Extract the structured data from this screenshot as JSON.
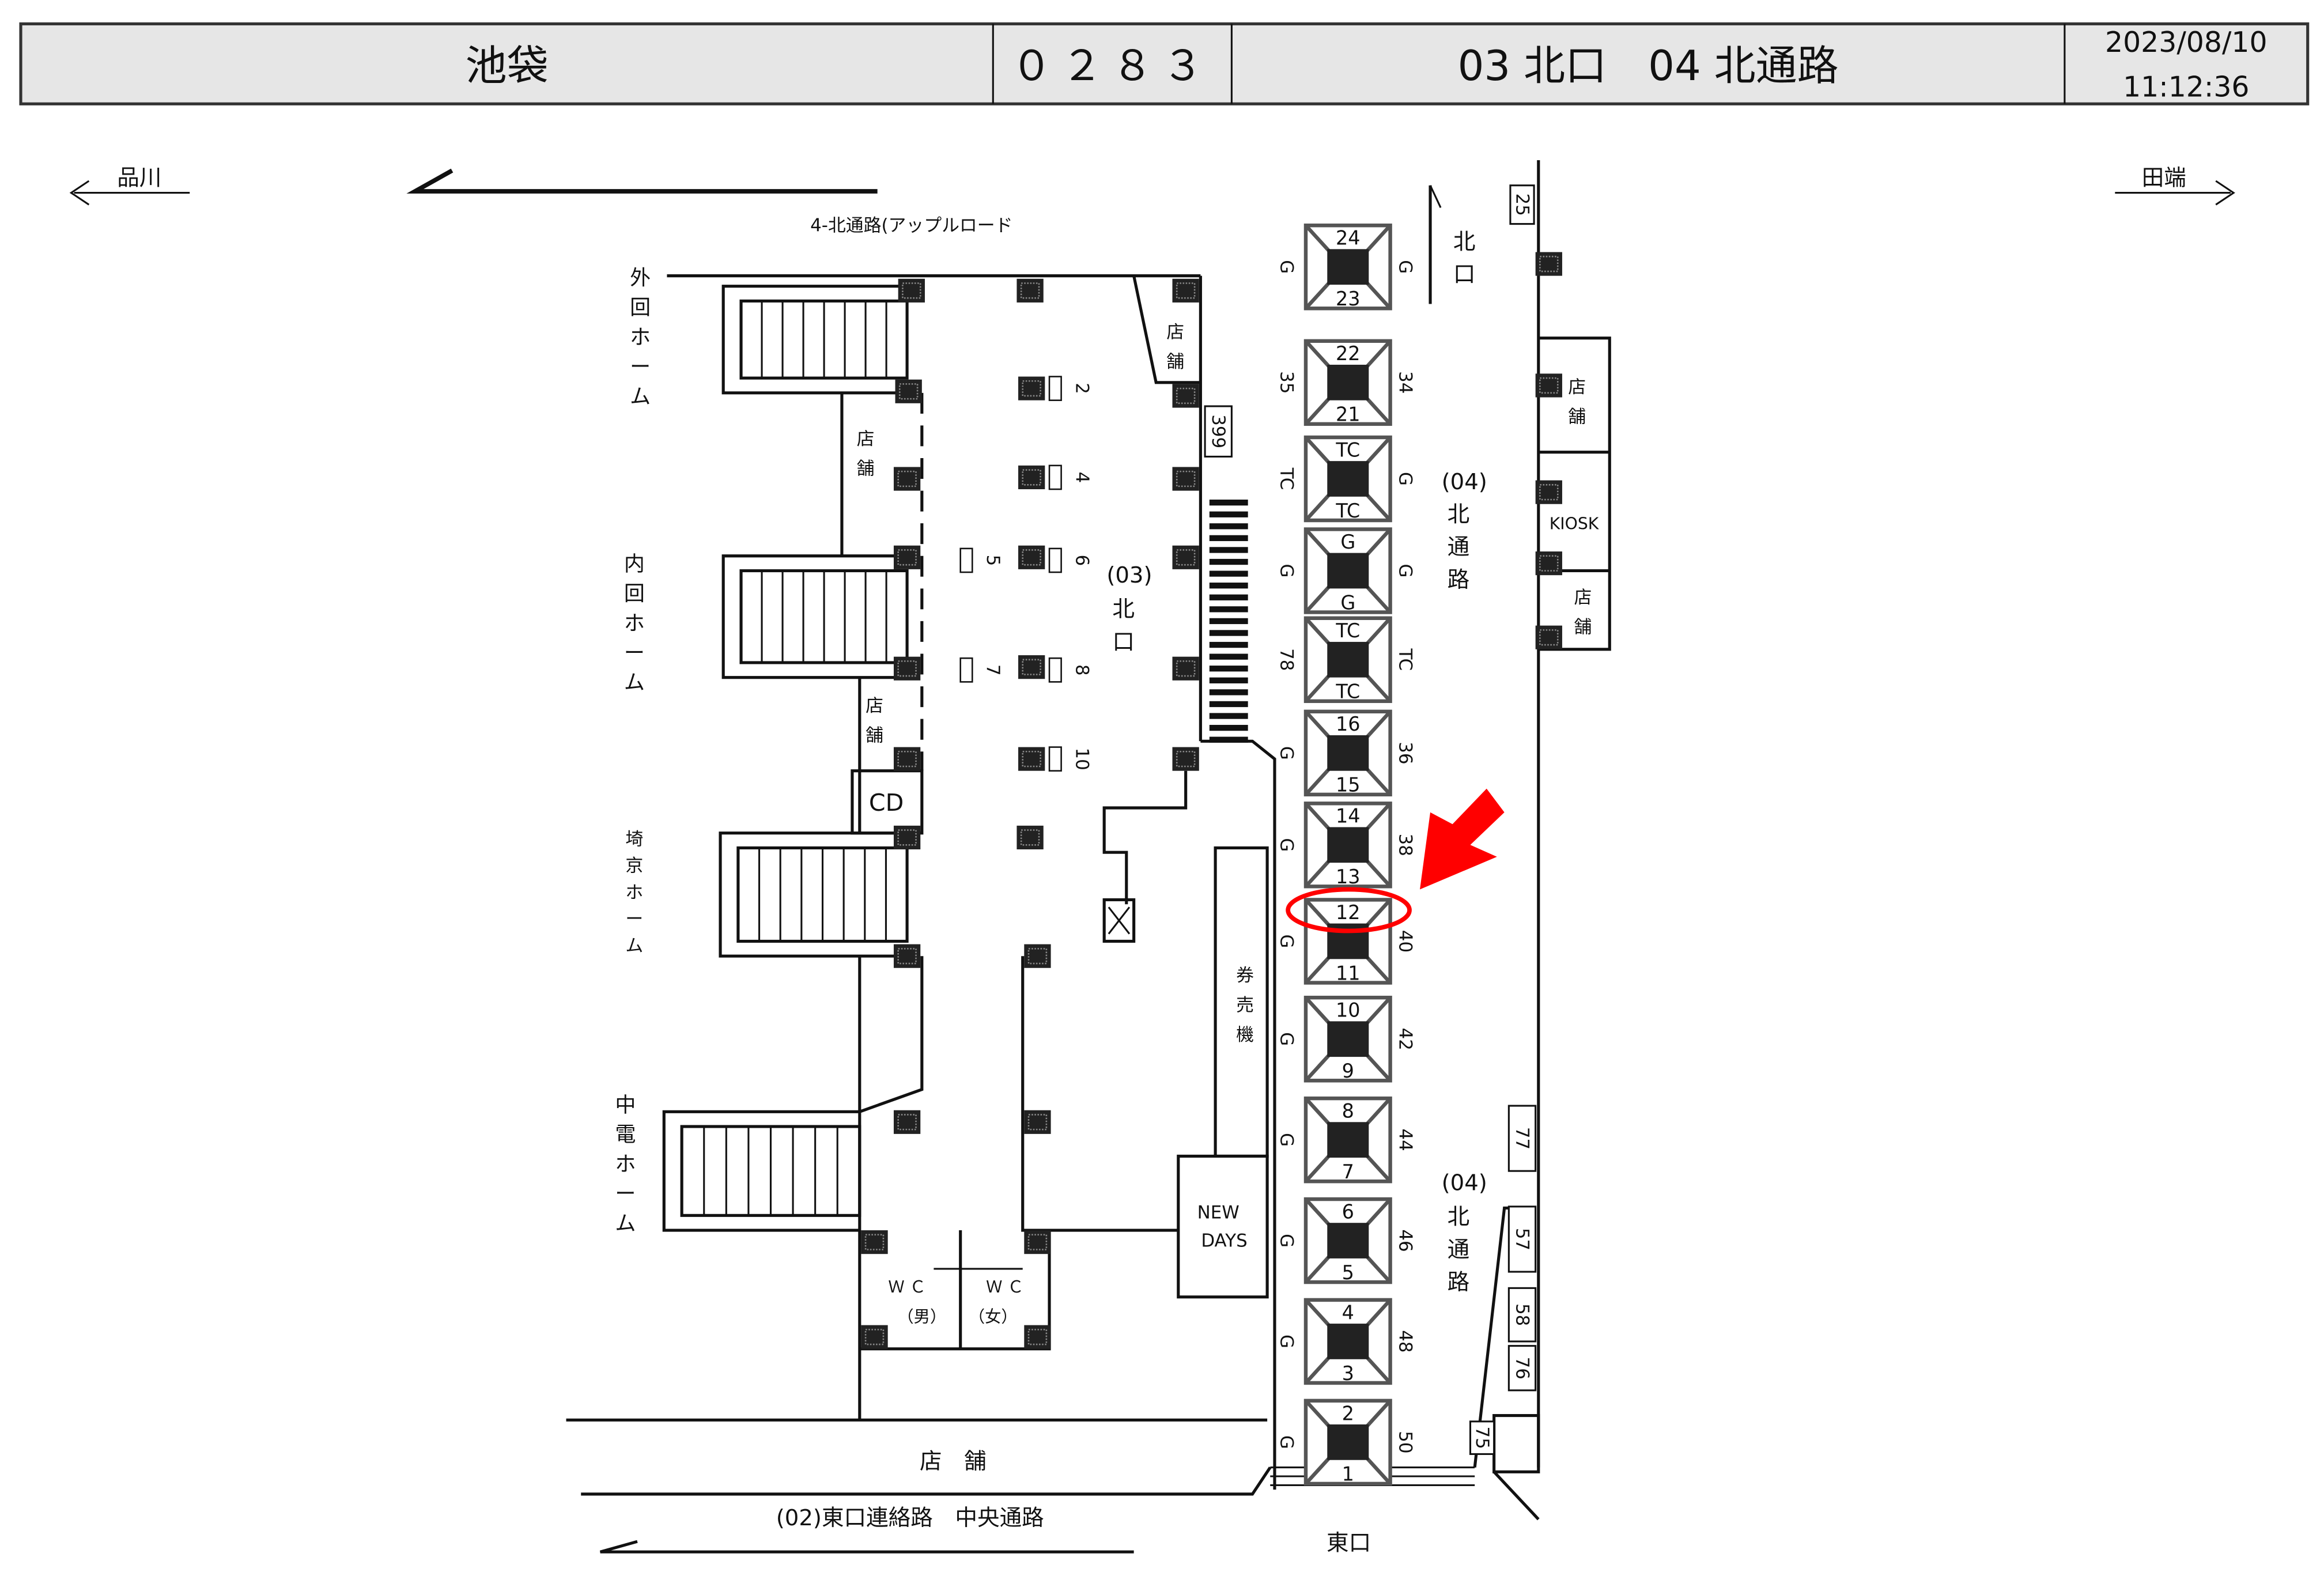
{
  "header": {
    "station": "池袋",
    "code": "０２８３",
    "area": "03 北口　04 北通路",
    "date": "2023/08/10",
    "time": "11:12:36"
  },
  "directions": {
    "left": "品川",
    "right": "田端"
  },
  "labels": {
    "north_corridor_road": "4-北通路(アップルロード",
    "platform_outer": [
      "外",
      "回",
      "ホ",
      "ー",
      "ム"
    ],
    "platform_inner": [
      "内",
      "回",
      "ホ",
      "ー",
      "ム"
    ],
    "platform_saikyo": [
      "埼",
      "京",
      "ホ",
      "ー",
      "ム"
    ],
    "platform_chuden": [
      "中",
      "電",
      "ホ",
      "ー",
      "ム"
    ],
    "shop": [
      "店",
      "舗"
    ],
    "shop_bottom": "店　舗",
    "cd": "CD",
    "kiosk": "KIOSK",
    "ticket_machine": [
      "券",
      "売",
      "機"
    ],
    "newdays": [
      "NEW",
      "DAYS"
    ],
    "wc_men": [
      "Ｗ Ｃ",
      "（男）"
    ],
    "wc_women": [
      "Ｗ Ｃ",
      "（女）"
    ],
    "north_exit_03": [
      "(03)",
      "北",
      "口"
    ],
    "north_exit_top": [
      "北",
      "口"
    ],
    "north_passage_04": [
      "(04)",
      "北",
      "通",
      "路"
    ],
    "east_connection": "(02)東口連絡路　中央通路",
    "east_exit": "東口",
    "box_numbers": [
      "399",
      "25",
      "77",
      "57",
      "58",
      "76",
      "75"
    ],
    "machine_numbers": [
      "2",
      "4",
      "5",
      "6",
      "7",
      "8",
      "10"
    ]
  },
  "gates": [
    {
      "top": "24",
      "bottom": "23",
      "left": "G",
      "right": "G"
    },
    {
      "top": "22",
      "bottom": "21",
      "left": "35",
      "right": "34"
    },
    {
      "top": "TC",
      "bottom": "TC",
      "left": "TC",
      "right": "G"
    },
    {
      "top": "G",
      "bottom": "G",
      "left": "G",
      "right": "G"
    },
    {
      "top": "TC",
      "bottom": "TC",
      "left": "78",
      "right": "TC"
    },
    {
      "top": "16",
      "bottom": "15",
      "left": "G",
      "right": "36"
    },
    {
      "top": "14",
      "bottom": "13",
      "left": "G",
      "right": "38"
    },
    {
      "top": "12",
      "bottom": "11",
      "left": "G",
      "right": "40",
      "highlighted": true
    },
    {
      "top": "10",
      "bottom": "9",
      "left": "G",
      "right": "42"
    },
    {
      "top": "8",
      "bottom": "7",
      "left": "G",
      "right": "44"
    },
    {
      "top": "6",
      "bottom": "5",
      "left": "G",
      "right": "46"
    },
    {
      "top": "4",
      "bottom": "3",
      "left": "G",
      "right": "48"
    },
    {
      "top": "2",
      "bottom": "1",
      "left": "G",
      "right": "50"
    }
  ],
  "colors": {
    "header_bg": "#e6e6e6",
    "highlight": "#ff0000"
  }
}
